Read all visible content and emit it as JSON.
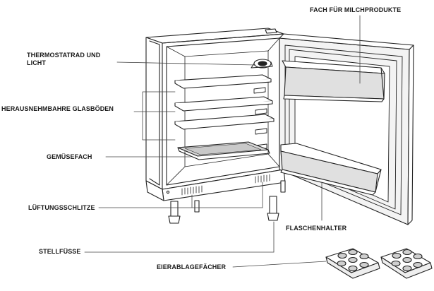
{
  "labels": {
    "dairy": "FACH FÜR MILCHPRODUKTE",
    "thermostat": "THERMOSTATRAD UND LICHT",
    "shelves": "HERAUSNEHMBAHRE GLASBÖDEN",
    "vegetable": "GEMÜSEFACH",
    "ventilation": "LÜFTUNGSSCHLITZE",
    "bottle_holder": "FLASCHENHALTER",
    "feet": "STELLFÜSSE",
    "egg_trays": "EIERABLAGEFÄCHER"
  },
  "colors": {
    "line": "#222222",
    "door_fill": "#f3f3f3",
    "bin_fill": "#e0e0e0"
  }
}
